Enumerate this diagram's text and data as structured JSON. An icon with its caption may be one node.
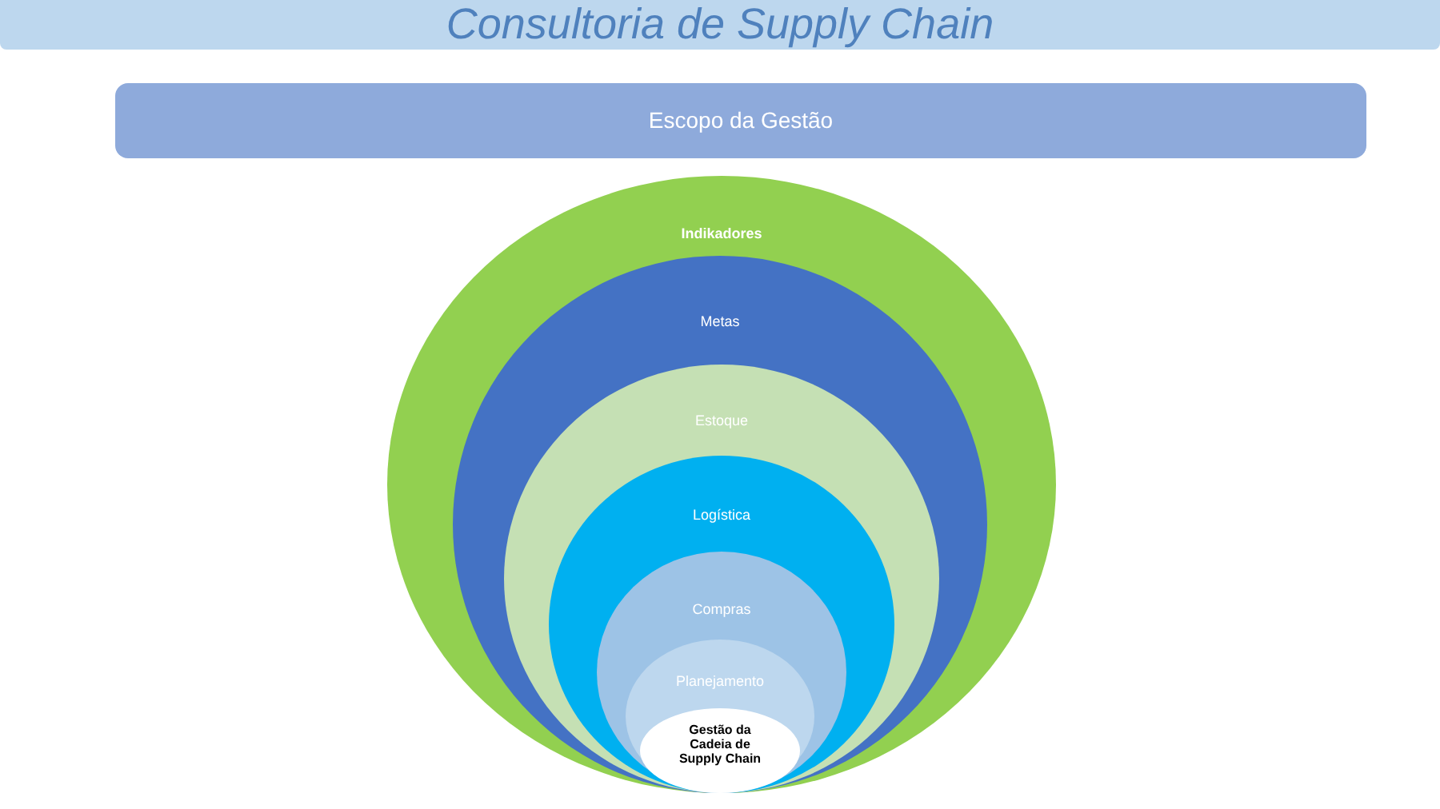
{
  "diagram": {
    "title": "Consultoria de Supply Chain",
    "nodes": [
      {
        "text": [
          "Escopo da Gestão"
        ]
      },
      {
        "text": [
          "Indikadores"
        ]
      },
      {
        "text": [
          "Metas"
        ],
        "in": 1
      },
      {
        "text": [
          "Estoque"
        ],
        "in": 2
      },
      {
        "text": [
          "Logística"
        ],
        "in": 3
      },
      {
        "text": [
          "Compras"
        ],
        "in": 4
      },
      {
        "text": [
          "Planejamento"
        ],
        "in": 5
      },
      {
        "text": [
          "Gestão da Cadeia de Supply Chain"
        ],
        "in": 6
      }
    ]
  }
}
